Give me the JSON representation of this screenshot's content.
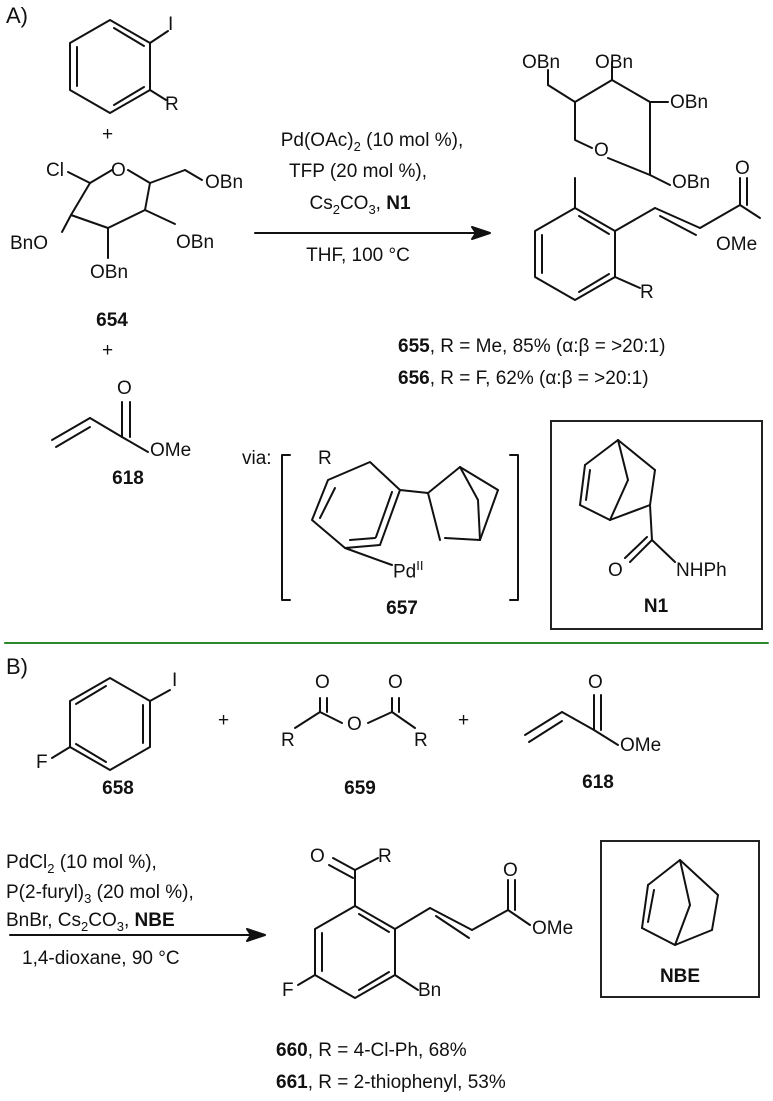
{
  "section_a": {
    "label": "A)",
    "aryl_iodide": {
      "I": "I",
      "R": "R"
    },
    "plus1": "+",
    "glycosyl": {
      "Cl": "Cl",
      "O": "O",
      "OBn_side": "OBn",
      "BnO_left": "BnO",
      "OBn_right": "OBn",
      "OBn_bottom": "OBn",
      "id": "654"
    },
    "plus2": "+",
    "acrylate": {
      "O": "O",
      "OMe": "OMe",
      "id": "618"
    },
    "conditions": {
      "line1_main": "Pd(OAc)",
      "line1_sub": "2",
      "line1_rest": " (10 mol %),",
      "line2": "TFP (20 mol %),",
      "line3_main": "Cs",
      "line3_sub1": "2",
      "line3_mid": "CO",
      "line3_sub2": "3",
      "line3_sep": ", ",
      "line3_bold": "N1",
      "line4": "THF, 100 °C"
    },
    "product": {
      "OBn1": "OBn",
      "OBn2": "OBn",
      "OBn3": "OBn",
      "O": "O",
      "OBn4": "OBn",
      "carbonyl_O": "O",
      "OMe": "OMe",
      "R": "R"
    },
    "result1": {
      "id": "655",
      "text": ", R = Me, 85% (α:β = >20:1)"
    },
    "result2": {
      "id": "656",
      "text": ", R = F, 62% (α:β = >20:1)"
    },
    "via": "via:",
    "intermediate": {
      "R": "R",
      "Pd": "Pd",
      "Pd_sup": "II",
      "id": "657"
    },
    "ligand": {
      "O": "O",
      "NHPh": "NHPh",
      "id": "N1"
    }
  },
  "section_b": {
    "label": "B)",
    "aryl_iodide": {
      "I": "I",
      "F": "F",
      "id": "658"
    },
    "plus1": "+",
    "anhydride": {
      "O1": "O",
      "O2": "O",
      "O_bridge": "O",
      "R1": "R",
      "R2": "R",
      "id": "659"
    },
    "plus2": "+",
    "acrylate": {
      "O": "O",
      "OMe": "OMe",
      "id": "618"
    },
    "conditions": {
      "line1_main": "PdCl",
      "line1_sub": "2",
      "line1_rest": " (10 mol %),",
      "line2_main": "P(2-furyl)",
      "line2_sub": "3",
      "line2_rest": " (20 mol %),",
      "line3_main": "BnBr, Cs",
      "line3_sub1": "2",
      "line3_mid": "CO",
      "line3_sub2": "3",
      "line3_sep": ", ",
      "line3_bold": "NBE",
      "line4": "1,4-dioxane, 90 °C"
    },
    "product": {
      "O": "O",
      "R": "R",
      "carbonyl_O": "O",
      "OMe": "OMe",
      "F": "F",
      "Bn": "Bn"
    },
    "result1": {
      "id": "660",
      "text": ", R = 4-Cl-Ph, 68%"
    },
    "result2": {
      "id": "661",
      "text": ", R = 2-thiophenyl, 53%"
    },
    "nbe": {
      "id": "NBE"
    }
  },
  "colors": {
    "divider": "#2a8a2a",
    "ink": "#111111"
  }
}
